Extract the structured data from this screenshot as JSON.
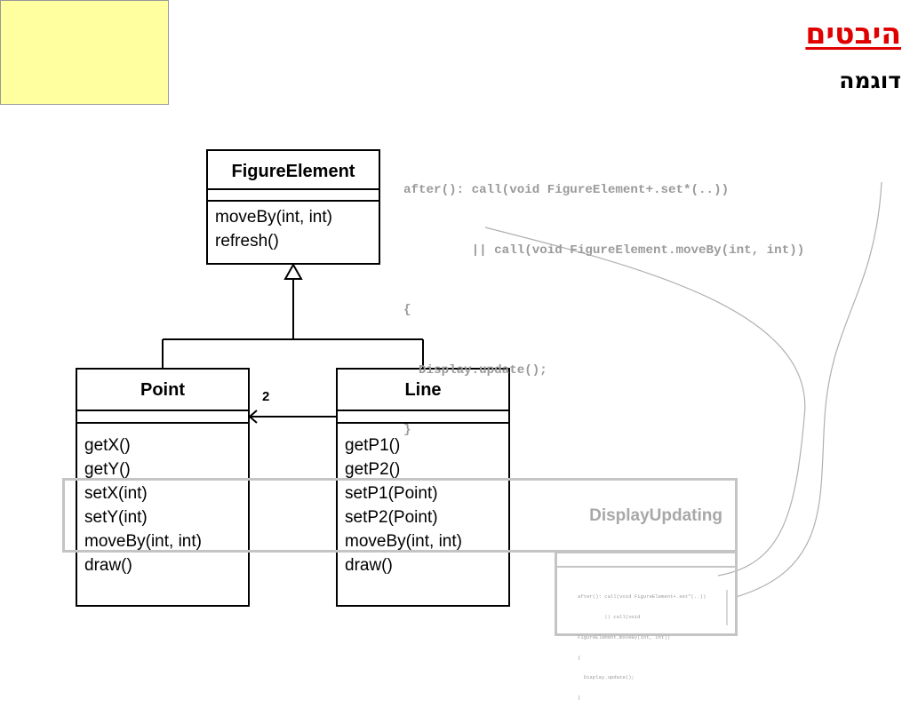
{
  "title": {
    "main": "היבטים",
    "sub": "דוגמה"
  },
  "classes": {
    "figure_element": {
      "name": "FigureElement",
      "methods": [
        "moveBy(int, int)",
        "refresh()"
      ]
    },
    "point": {
      "name": "Point",
      "methods": [
        "getX()",
        "getY()",
        "setX(int)",
        "setY(int)",
        "moveBy(int, int)",
        "draw()"
      ]
    },
    "line": {
      "name": "Line",
      "methods": [
        "getP1()",
        "getP2()",
        "setP1(Point)",
        "setP2(Point)",
        "moveBy(int, int)",
        "draw()"
      ]
    }
  },
  "association": {
    "multiplicity": "2"
  },
  "aspect": {
    "name": "DisplayUpdating",
    "code_lines": [
      "after(): call(void FigureElement+.set*(..))",
      "         || call(void FigureElement.moveBy(int, int))",
      "{",
      "  Display.update();",
      "}"
    ],
    "code_small_lines": [
      "after(): call(void FigureElement+.set*(..))",
      "         || call(void",
      "FigureElement.moveBy(int, int))",
      "{",
      "  Display.update();",
      "}"
    ]
  },
  "colors": {
    "title_bg": "#ffffa0",
    "title_text": "#e00000",
    "aspect_gray": "#c4c4c4",
    "code_gray": "#9a9a9a"
  }
}
